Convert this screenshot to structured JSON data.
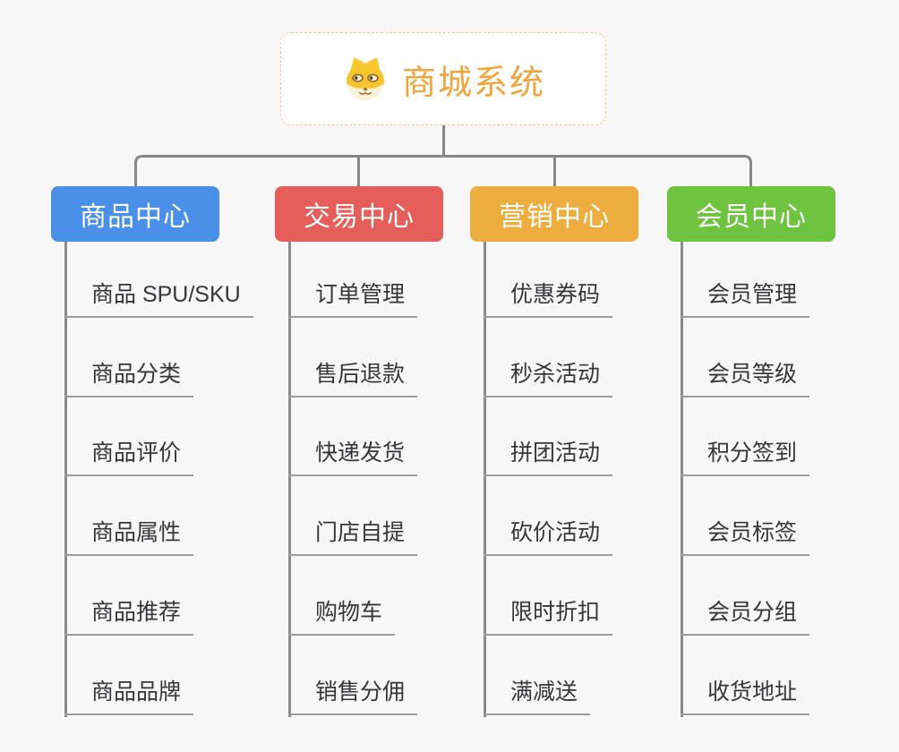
{
  "background_color": "#f7f7f7",
  "connector_color": "#868686",
  "underline_color": "#9c9c9c",
  "root": {
    "title": "商城系统",
    "icon": "dog-face",
    "text_color": "#f2a53c",
    "border_color": "#f2c891"
  },
  "branches": [
    {
      "label": "商品中心",
      "color": "#4b90e8",
      "items": [
        "商品 SPU/SKU",
        "商品分类",
        "商品评价",
        "商品属性",
        "商品推荐",
        "商品品牌"
      ]
    },
    {
      "label": "交易中心",
      "color": "#e65e5a",
      "items": [
        "订单管理",
        "售后退款",
        "快递发货",
        "门店自提",
        "购物车",
        "销售分佣"
      ]
    },
    {
      "label": "营销中心",
      "color": "#eeae3f",
      "items": [
        "优惠券码",
        "秒杀活动",
        "拼团活动",
        "砍价活动",
        "限时折扣",
        "满减送"
      ]
    },
    {
      "label": "会员中心",
      "color": "#6ec43e",
      "items": [
        "会员管理",
        "会员等级",
        "积分签到",
        "会员标签",
        "会员分组",
        "收货地址"
      ]
    }
  ]
}
